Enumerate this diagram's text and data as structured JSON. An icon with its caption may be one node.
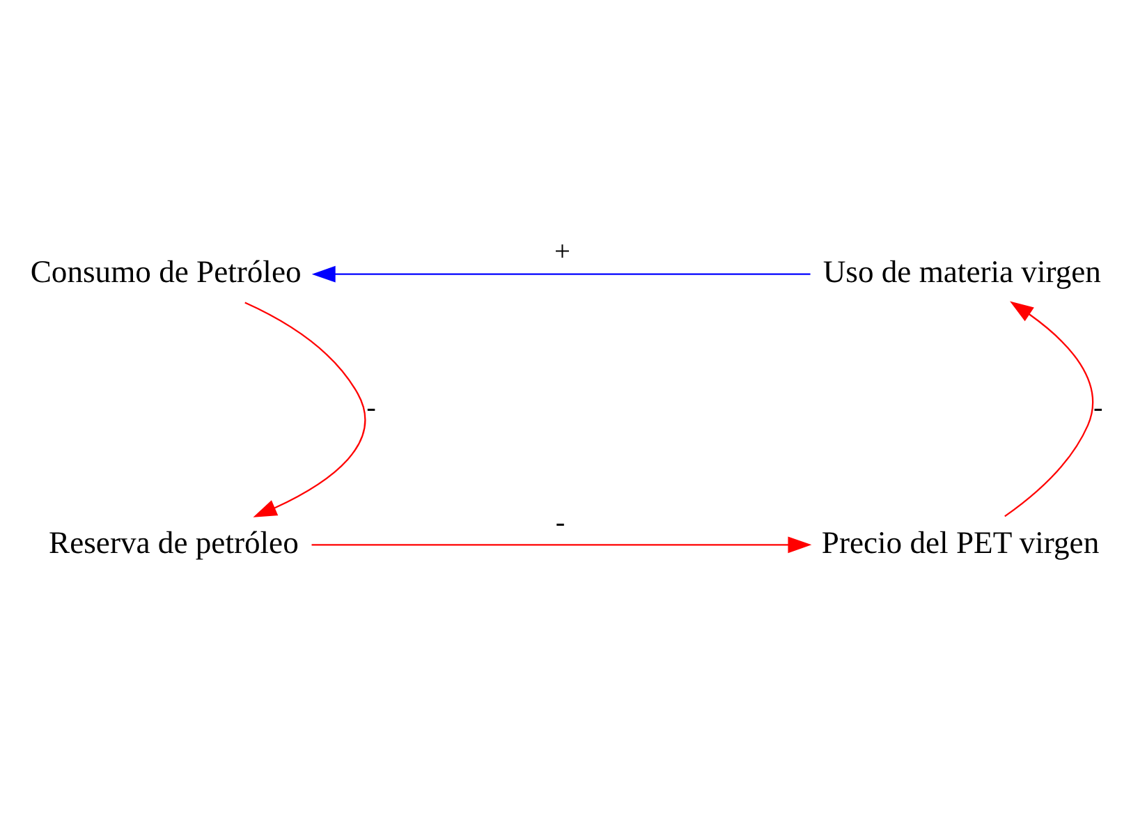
{
  "diagram": {
    "nodes": [
      {
        "text": [
          "Consumo de Petróleo"
        ]
      },
      {
        "text": [
          "Uso de materia virgen"
        ]
      },
      {
        "text": [
          "Reserva de petróleo"
        ]
      },
      {
        "text": [
          "Precio del PET virgen"
        ]
      }
    ],
    "edges": [
      {
        "from": 1,
        "to": 0,
        "arrow": "to",
        "label": "+",
        "color": "#0000ff"
      },
      {
        "from": 0,
        "to": 2,
        "arrow": "to",
        "label": "-"
      },
      {
        "from": 2,
        "to": 3,
        "arrow": "to",
        "label": "-"
      },
      {
        "from": 3,
        "to": 1,
        "arrow": "to",
        "label": "-"
      }
    ]
  }
}
